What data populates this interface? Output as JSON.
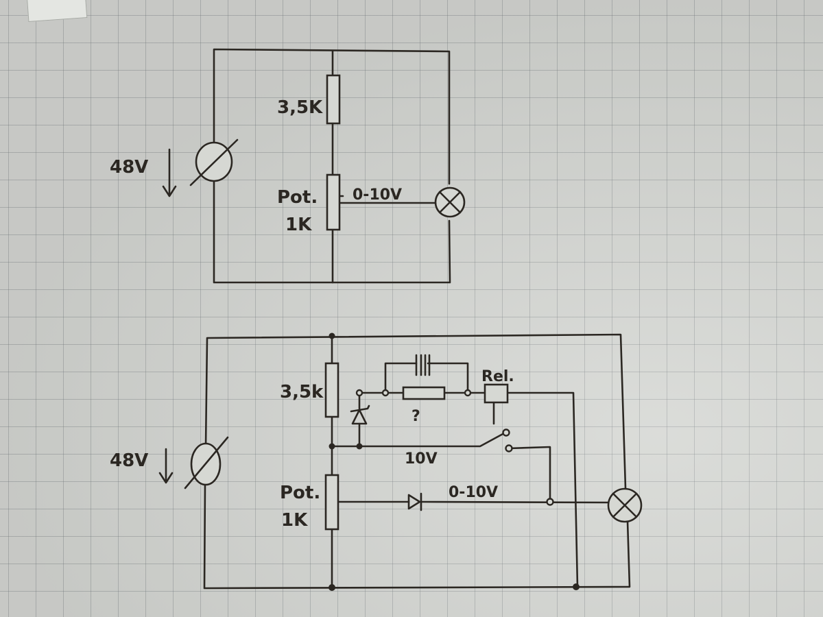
{
  "diagram": {
    "top": {
      "source_label": "48V",
      "resistor_label": "3,5K",
      "pot_label_line1": "Pot.",
      "pot_label_line2": "1K",
      "output_label": "0-10V"
    },
    "bottom": {
      "source_label": "48V",
      "resistor_label": "3,5k",
      "pot_label_line1": "Pot.",
      "pot_label_line2": "1K",
      "relay_label": "Rel.",
      "unknown_resistor_label": "?",
      "reference_label": "10V",
      "output_label": "0-10V"
    }
  }
}
